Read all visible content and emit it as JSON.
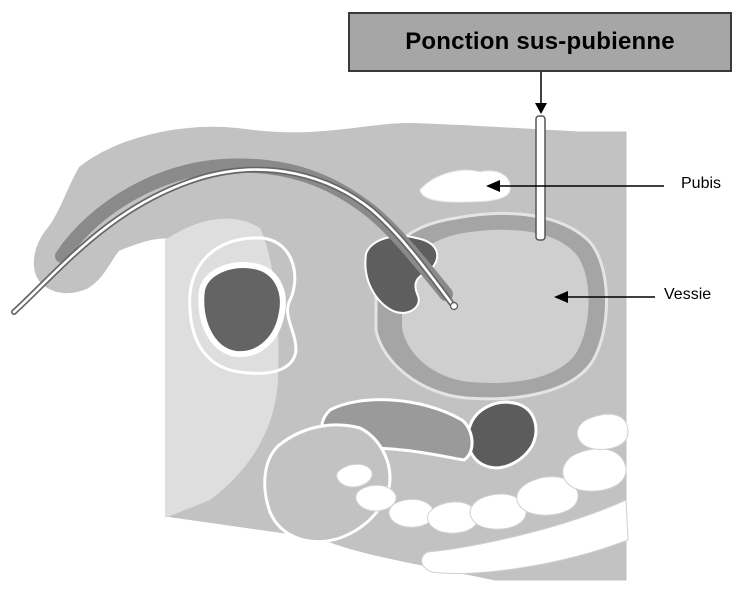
{
  "title": "Ponction sus-pubienne",
  "labels": {
    "pubis": "Pubis",
    "vessie": "Vessie"
  },
  "colors": {
    "body": "#c2c2c2",
    "outline": "#ffffff",
    "dark_structure": "#6a6a6a",
    "bladder_wall": "#a5a5a5",
    "bladder": "#cfcfcf",
    "bone": "#ffffff",
    "title_box": "#a6a6a6"
  }
}
